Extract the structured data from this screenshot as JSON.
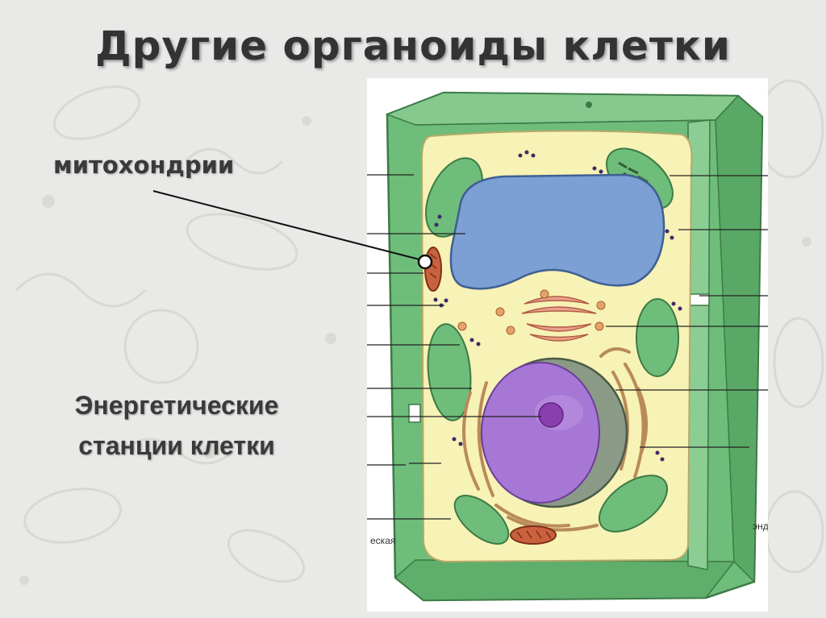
{
  "slide": {
    "title": "Другие органоиды клетки",
    "highlight_label": "митохондрии",
    "caption_line1": "Энергетические",
    "caption_line2": "станции клетки"
  },
  "diagram": {
    "fragment_left": "еская",
    "fragment_right": "энд"
  },
  "colors": {
    "cell_wall": "#6fbd7a",
    "cytoplasm": "#f7f2b5",
    "vacuole": "#7c9fd4",
    "nucleus": "#a677d4",
    "nucleolus": "#8a3fb0",
    "chloroplast": "#6fbd7a",
    "mitochondrion": "#c9613f",
    "golgi": "#e8a08a",
    "background": "#e9e9e7"
  }
}
